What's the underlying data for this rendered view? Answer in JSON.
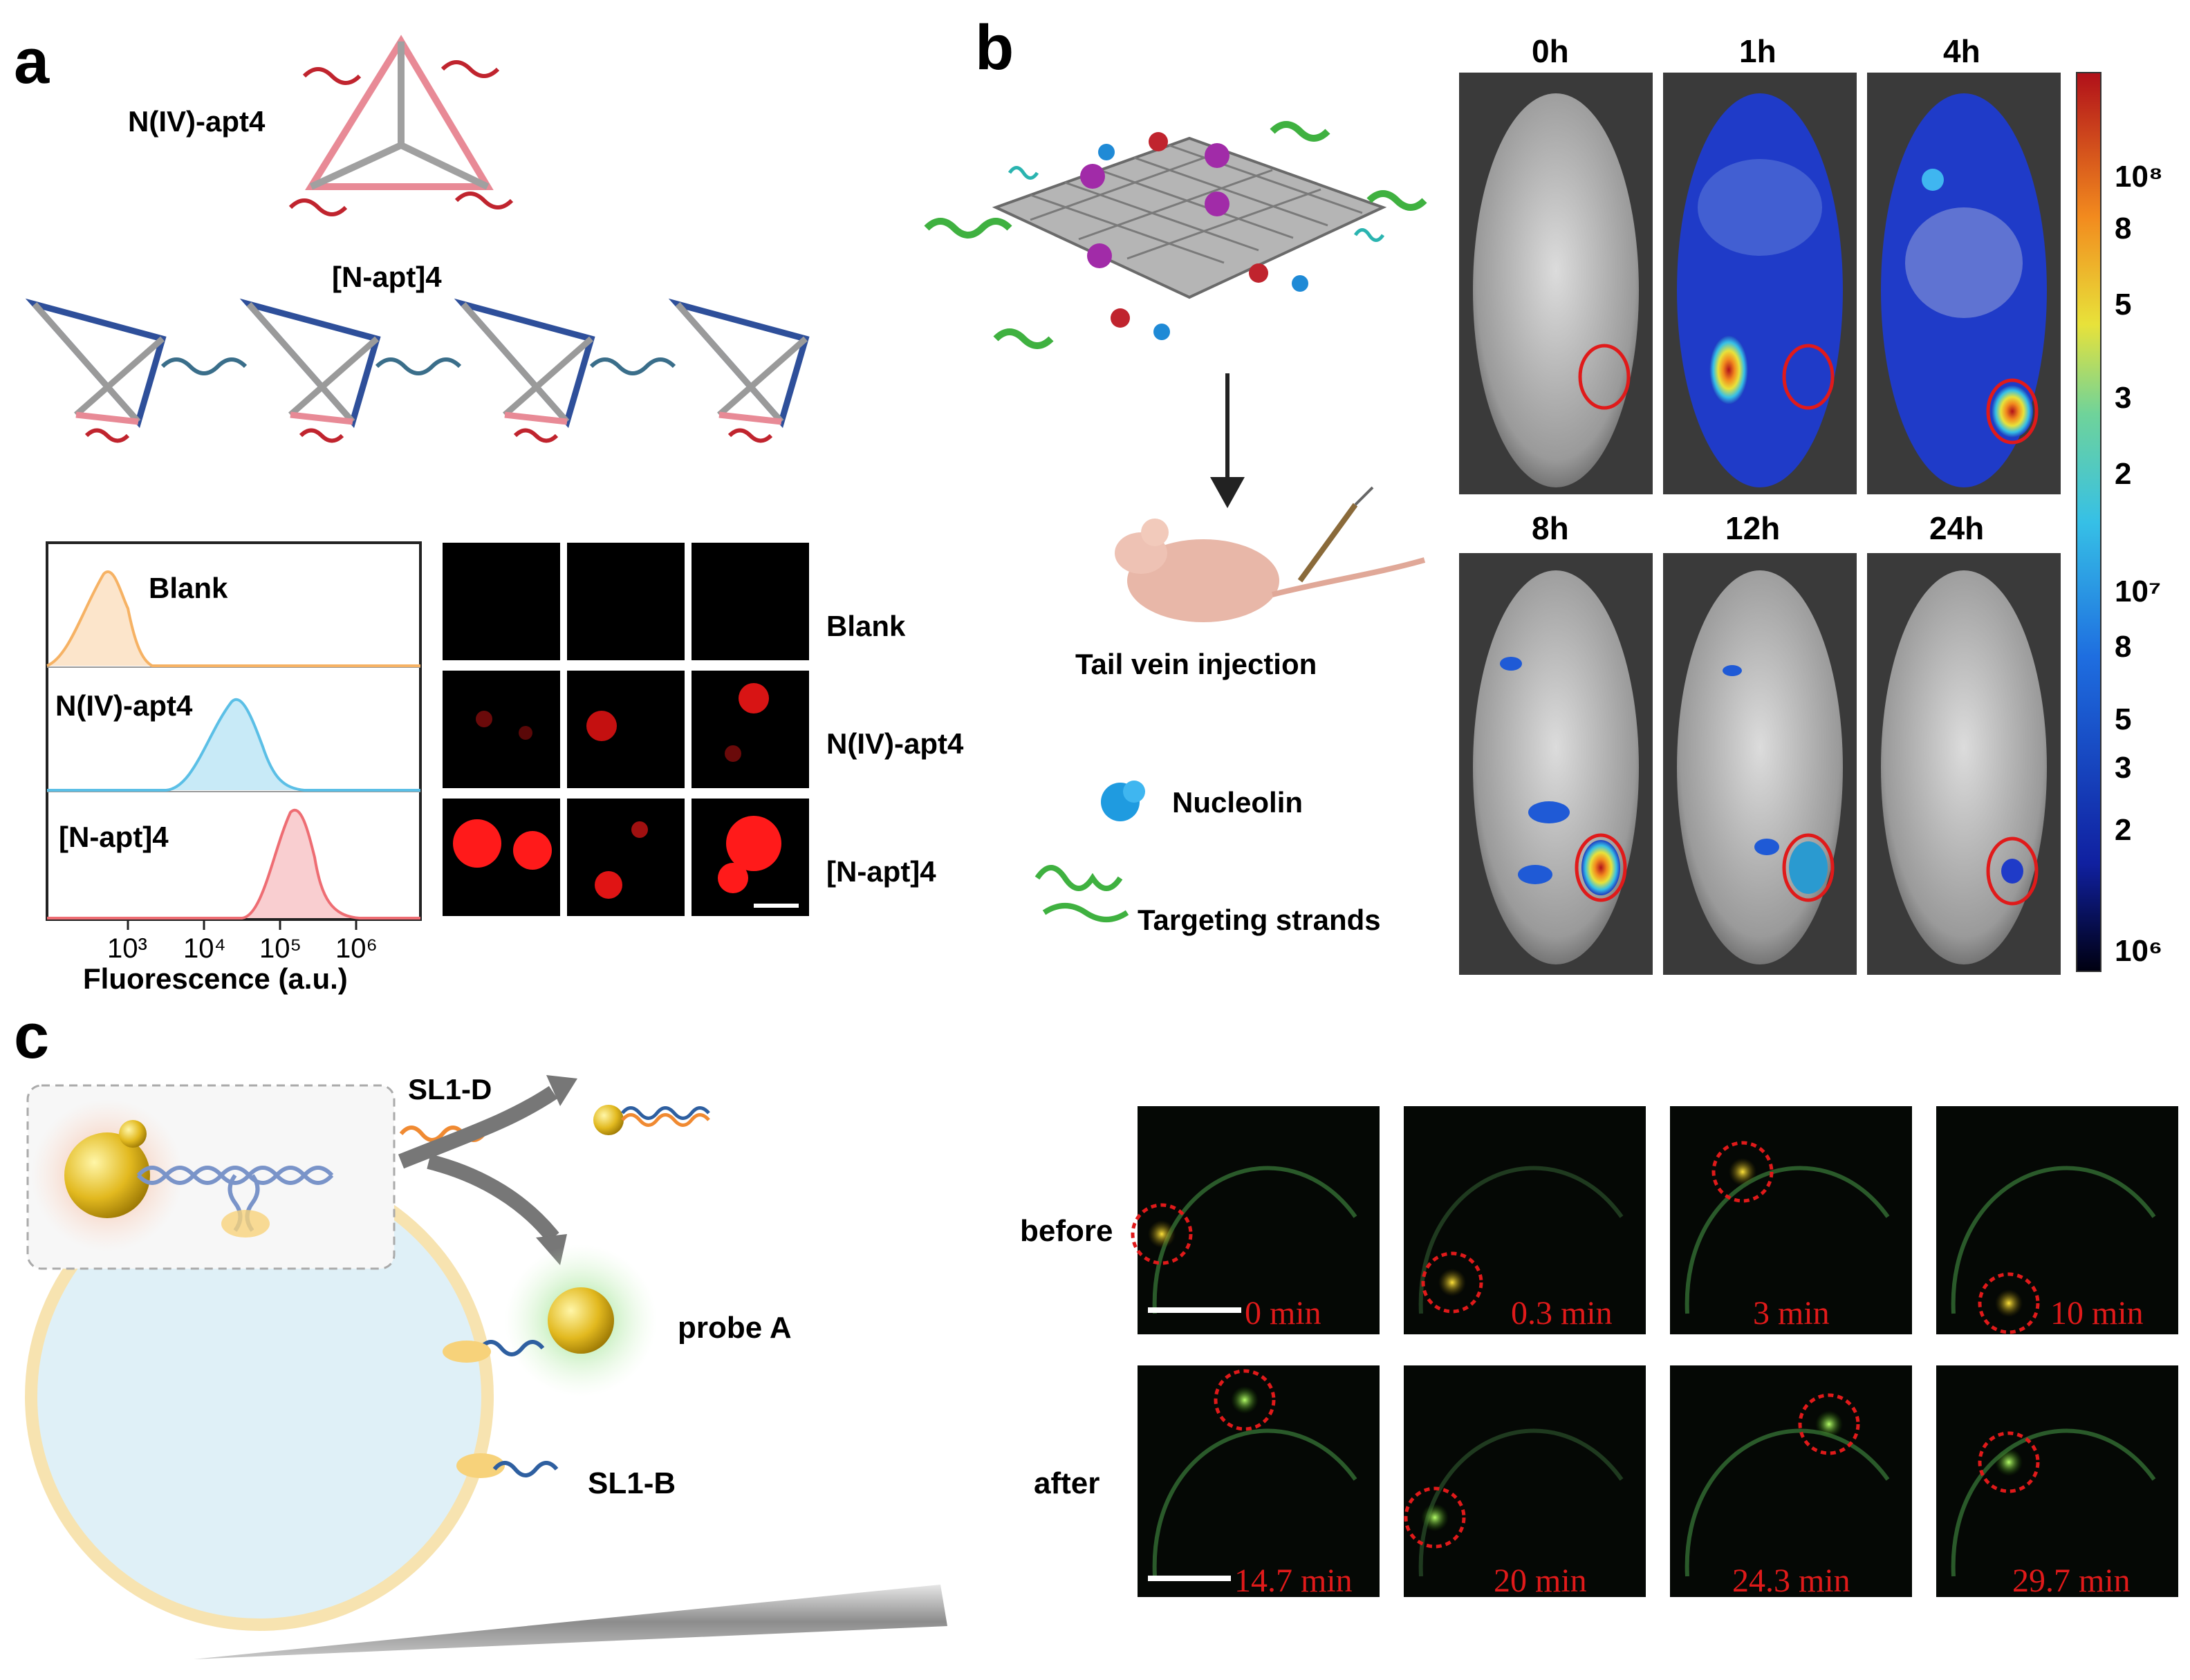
{
  "panels": {
    "a": {
      "label": "a",
      "top_structure": "N(IV)-apt4",
      "chain_structure": "[N-apt]4",
      "flow": {
        "rows": [
          "Blank",
          "N(IV)-apt4",
          "[N-apt]4"
        ],
        "ticks": [
          "10³",
          "10⁴",
          "10⁵",
          "10⁶"
        ],
        "xlabel": "Fluorescence (a.u.)",
        "colors": [
          "#f6b264",
          "#5bbfe6",
          "#ee6d73"
        ]
      },
      "micro": {
        "rows": [
          "Blank",
          "N(IV)-apt4",
          "[N-apt]4"
        ]
      }
    },
    "b": {
      "label": "b",
      "arrow_label": "Tail vein injection",
      "legend": [
        "Nucleolin",
        "Targeting strands"
      ],
      "timepoints": [
        "0h",
        "1h",
        "4h",
        "8h",
        "12h",
        "24h"
      ],
      "colorbar_labels": [
        "10⁸",
        "8",
        "5",
        "3",
        "2",
        "10⁷",
        "8",
        "5",
        "3",
        "2",
        "10⁶"
      ]
    },
    "c": {
      "label": "c",
      "schematic": {
        "sl1d": "SL1-D",
        "probe": "probe A",
        "sl1b": "SL1-B"
      },
      "rows": [
        "before",
        "after"
      ],
      "times_before": [
        "0 min",
        "0.3 min",
        "3 min",
        "10 min"
      ],
      "times_after": [
        "14.7 min",
        "20 min",
        "24.3 min",
        "29.7 min"
      ]
    }
  }
}
